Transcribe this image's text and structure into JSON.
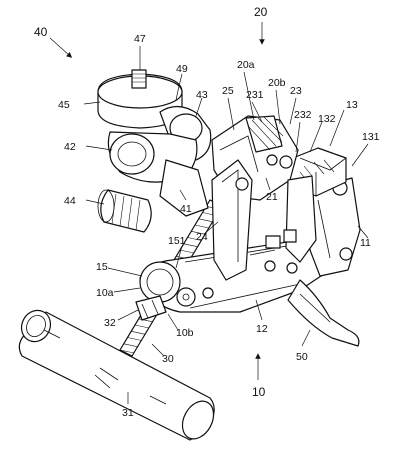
{
  "labels": {
    "l40": "40",
    "l47": "47",
    "l49": "49",
    "l45": "45",
    "l43": "43",
    "l42": "42",
    "l44": "44",
    "l41": "41",
    "l20": "20",
    "l20a": "20a",
    "l20b": "20b",
    "l25": "25",
    "l231": "231",
    "l23": "23",
    "l232": "232",
    "l13": "13",
    "l132": "132",
    "l131": "131",
    "l21": "21",
    "l24": "24",
    "l11": "11",
    "l151": "151",
    "l15": "15",
    "l10a": "10a",
    "l32": "32",
    "l10b": "10b",
    "l12": "12",
    "l30": "30",
    "l50": "50",
    "l10": "10",
    "l31": "31"
  }
}
